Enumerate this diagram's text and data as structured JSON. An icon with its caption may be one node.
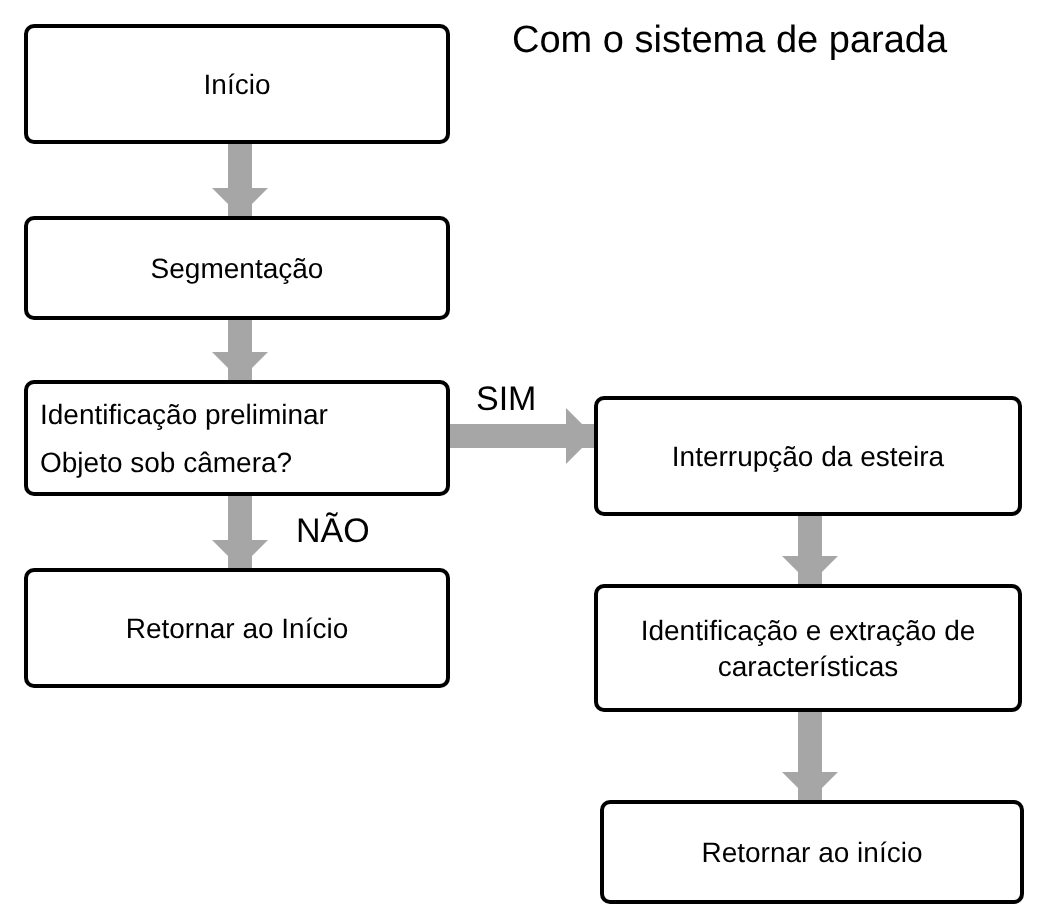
{
  "diagram": {
    "title": "Com o sistema de parada",
    "nodes": [
      {
        "text": [
          "Início"
        ]
      },
      {
        "text": [
          "Segmentação"
        ]
      },
      {
        "text": [
          "Identificação preliminar",
          "Objeto sob câmera?"
        ]
      },
      {
        "text": [
          "Retornar ao Início"
        ]
      },
      {
        "text": [
          "Interrupção da esteira"
        ]
      },
      {
        "text": [
          "Identificação e extração de características"
        ]
      },
      {
        "text": [
          "Retornar ao início"
        ]
      }
    ],
    "edges": [
      {
        "from": 0,
        "to": 1,
        "arrow": "to"
      },
      {
        "from": 1,
        "to": 2,
        "arrow": "to"
      },
      {
        "from": 2,
        "to": 3,
        "arrow": "to",
        "label": "NÃO"
      },
      {
        "from": 2,
        "to": 4,
        "arrow": "to",
        "label": "SIM"
      },
      {
        "from": 4,
        "to": 5,
        "arrow": "to"
      },
      {
        "from": 5,
        "to": 6,
        "arrow": "to"
      }
    ]
  }
}
